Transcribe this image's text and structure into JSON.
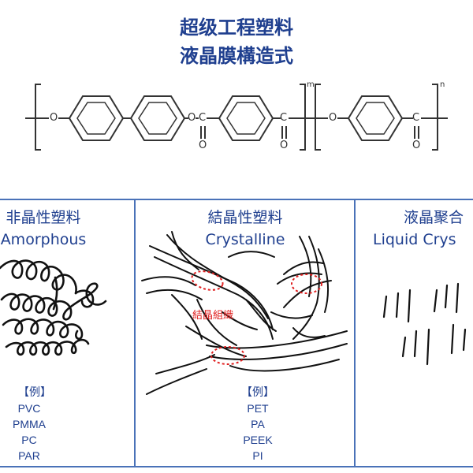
{
  "title": {
    "line1": "超级工程塑料",
    "line2": "液晶膜構造式"
  },
  "formula": {
    "atom_o": "O",
    "atom_c": "C",
    "subscript_m": "m",
    "subscript_n": "n"
  },
  "panels": [
    {
      "title_cn": "非晶性塑料",
      "title_en": "Amorphous",
      "example_label": "【例】",
      "examples": [
        "PVC",
        "PMMA",
        "PC",
        "PAR"
      ]
    },
    {
      "title_cn": "結晶性塑料",
      "title_en": "Crystalline",
      "crystal_label": "結晶組織",
      "example_label": "【例】",
      "examples": [
        "PET",
        "PA",
        "PEEK",
        "PI"
      ]
    },
    {
      "title_cn": "液晶聚合",
      "title_en": "Liquid Crys"
    }
  ],
  "colors": {
    "title": "#1f3f8f",
    "panel_border": "#4a72b8",
    "crystal_marker": "#e02020",
    "line_art": "#111111"
  }
}
